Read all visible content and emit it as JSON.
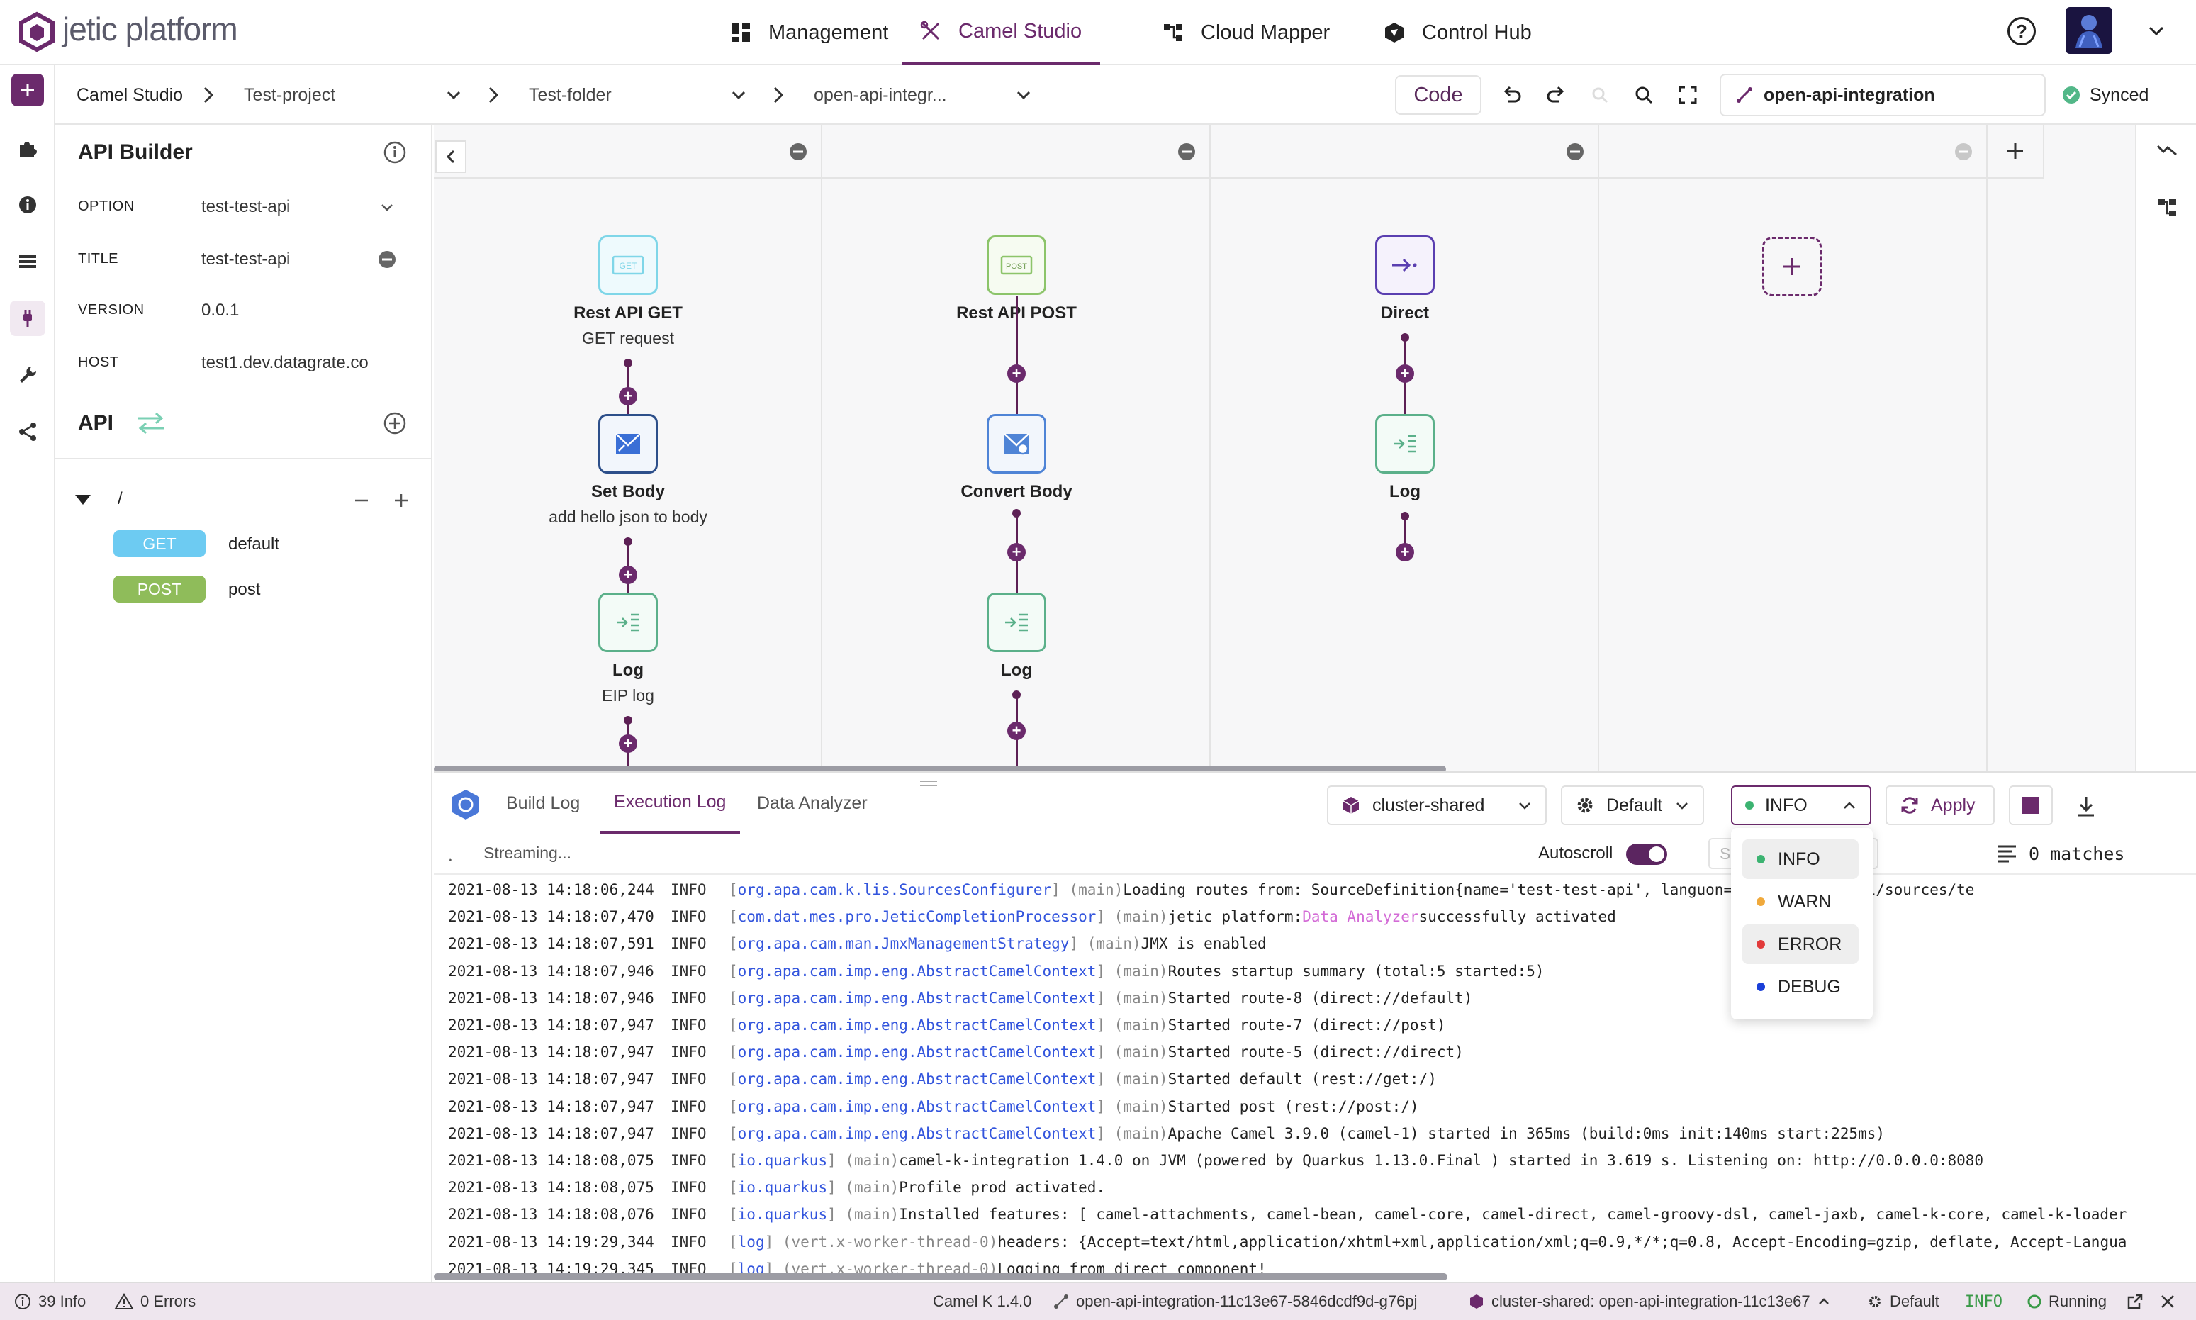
{
  "brand": {
    "name": "jetic platform"
  },
  "nav": {
    "items": [
      {
        "label": "Management",
        "icon": "dashboard-icon"
      },
      {
        "label": "Camel Studio",
        "icon": "tools-icon",
        "active": true
      },
      {
        "label": "Cloud Mapper",
        "icon": "mapper-icon"
      },
      {
        "label": "Control Hub",
        "icon": "hub-icon"
      }
    ]
  },
  "breadcrumb": {
    "root": "Camel Studio",
    "project": "Test-project",
    "folder": "Test-folder",
    "integration": "open-api-integr..."
  },
  "toolbar": {
    "code_label": "Code",
    "integration_name": "open-api-integration",
    "sync_status": "Synced"
  },
  "api_builder": {
    "title": "API Builder",
    "option_label": "OPTION",
    "option_value": "test-test-api",
    "title_label": "TITLE",
    "title_value": "test-test-api",
    "version_label": "VERSION",
    "version_value": "0.0.1",
    "host_label": "HOST",
    "host_value": "test1.dev.datagrate.co",
    "api_heading": "API",
    "path": "/",
    "operations": [
      {
        "method": "GET",
        "name": "default",
        "color": "#6dcbf2"
      },
      {
        "method": "POST",
        "name": "post",
        "color": "#8fbc5a"
      }
    ]
  },
  "routes": [
    {
      "nodes": [
        {
          "title": "Rest API GET",
          "sub": "GET request",
          "icon": "rest-get-icon"
        },
        {
          "title": "Set Body",
          "sub": "add hello json to body",
          "icon": "set-body-icon"
        },
        {
          "title": "Log",
          "sub": "EIP log",
          "icon": "log-icon"
        }
      ]
    },
    {
      "nodes": [
        {
          "title": "Rest API POST",
          "sub": "",
          "icon": "rest-post-icon"
        },
        {
          "title": "Convert Body",
          "sub": "",
          "icon": "convert-body-icon"
        },
        {
          "title": "Log",
          "sub": "",
          "icon": "log-icon"
        }
      ]
    },
    {
      "nodes": [
        {
          "title": "Direct",
          "sub": "",
          "icon": "direct-icon"
        },
        {
          "title": "Log",
          "sub": "",
          "icon": "log-icon"
        }
      ]
    }
  ],
  "log_panel": {
    "tabs": [
      "Build Log",
      "Execution Log",
      "Data Analyzer"
    ],
    "active_tab": "Execution Log",
    "cluster": "cluster-shared",
    "profile": "Default",
    "level": "INFO",
    "apply_label": "Apply",
    "streaming": "Streaming...",
    "autoscroll": "Autoscroll",
    "search_placeholder": "Se",
    "matches": "0 matches",
    "level_options": [
      {
        "label": "INFO",
        "color": "#3cb371"
      },
      {
        "label": "WARN",
        "color": "#f0a93b"
      },
      {
        "label": "ERROR",
        "color": "#e23a3a"
      },
      {
        "label": "DEBUG",
        "color": "#1a3fd8"
      }
    ],
    "lines": [
      {
        "ts": "2021-08-13 14:18:06,244",
        "lvl": "INFO",
        "cls": "org.apa.cam.k.lis.SourcesConfigurer",
        "th": "main",
        "msg": "Loading routes from: SourceDefinition{name='test-test-api', langu",
        "msg2": "on='file:/etc/camel/sources/te"
      },
      {
        "ts": "2021-08-13 14:18:07,470",
        "lvl": "INFO",
        "cls": "com.dat.mes.pro.JeticCompletionProcessor",
        "th": "main",
        "msg": "jetic platform:",
        "hl": "Data Analyzer",
        "msg2": "successfully activated"
      },
      {
        "ts": "2021-08-13 14:18:07,591",
        "lvl": "INFO",
        "cls": "org.apa.cam.man.JmxManagementStrategy",
        "th": "main",
        "msg": "JMX is enabled"
      },
      {
        "ts": "2021-08-13 14:18:07,946",
        "lvl": "INFO",
        "cls": "org.apa.cam.imp.eng.AbstractCamelContext",
        "th": "main",
        "msg": "Routes startup summary (total:5 started:5)"
      },
      {
        "ts": "2021-08-13 14:18:07,946",
        "lvl": "INFO",
        "cls": "org.apa.cam.imp.eng.AbstractCamelContext",
        "th": "main",
        "msg": "    Started route-8 (direct://default)"
      },
      {
        "ts": "2021-08-13 14:18:07,947",
        "lvl": "INFO",
        "cls": "org.apa.cam.imp.eng.AbstractCamelContext",
        "th": "main",
        "msg": "    Started route-7 (direct://post)"
      },
      {
        "ts": "2021-08-13 14:18:07,947",
        "lvl": "INFO",
        "cls": "org.apa.cam.imp.eng.AbstractCamelContext",
        "th": "main",
        "msg": "    Started route-5 (direct://direct)"
      },
      {
        "ts": "2021-08-13 14:18:07,947",
        "lvl": "INFO",
        "cls": "org.apa.cam.imp.eng.AbstractCamelContext",
        "th": "main",
        "msg": "    Started default (rest://get:/)"
      },
      {
        "ts": "2021-08-13 14:18:07,947",
        "lvl": "INFO",
        "cls": "org.apa.cam.imp.eng.AbstractCamelContext",
        "th": "main",
        "msg": "    Started post (rest://post:/)"
      },
      {
        "ts": "2021-08-13 14:18:07,947",
        "lvl": "INFO",
        "cls": "org.apa.cam.imp.eng.AbstractCamelContext",
        "th": "main",
        "msg": "Apache Camel 3.9.0 (camel-1) started in 365ms (build:0ms init:140ms start:225ms)"
      },
      {
        "ts": "2021-08-13 14:18:08,075",
        "lvl": "INFO",
        "cls": "io.quarkus",
        "th": "main",
        "msg": "camel-k-integration  1.4.0  on JVM  (powered by Quarkus  1.13.0.Final ) started in  3.619 s.  Listening on: http://0.0.0.0:8080"
      },
      {
        "ts": "2021-08-13 14:18:08,075",
        "lvl": "INFO",
        "cls": "io.quarkus",
        "th": "main",
        "msg": "Profile  prod  activated."
      },
      {
        "ts": "2021-08-13 14:18:08,076",
        "lvl": "INFO",
        "cls": "io.quarkus",
        "th": "main",
        "msg": "Installed features: [ camel-attachments, camel-bean, camel-core, camel-direct, camel-groovy-dsl, camel-jaxb, camel-k-core, camel-k-loader"
      },
      {
        "ts": "2021-08-13 14:19:29,344",
        "lvl": "INFO",
        "cls": "log",
        "th": "vert.x-worker-thread-0",
        "msg": "headers: {Accept=text/html,application/xhtml+xml,application/xml;q=0.9,*/*;q=0.8, Accept-Encoding=gzip, deflate, Accept-Langua"
      },
      {
        "ts": "2021-08-13 14:19:29,345",
        "lvl": "INFO",
        "cls": "log",
        "th": "vert.x-worker-thread-0",
        "msg": "Logging from direct component!"
      }
    ]
  },
  "status_bar": {
    "info_count": "39 Info",
    "error_count": "0 Errors",
    "camel_k": "Camel K 1.4.0",
    "pod": "open-api-integration-11c13e67-5846dcdf9d-g76pj",
    "cluster_integration": "cluster-shared: open-api-integration-11c13e67",
    "profile": "Default",
    "level": "INFO",
    "state": "Running"
  }
}
